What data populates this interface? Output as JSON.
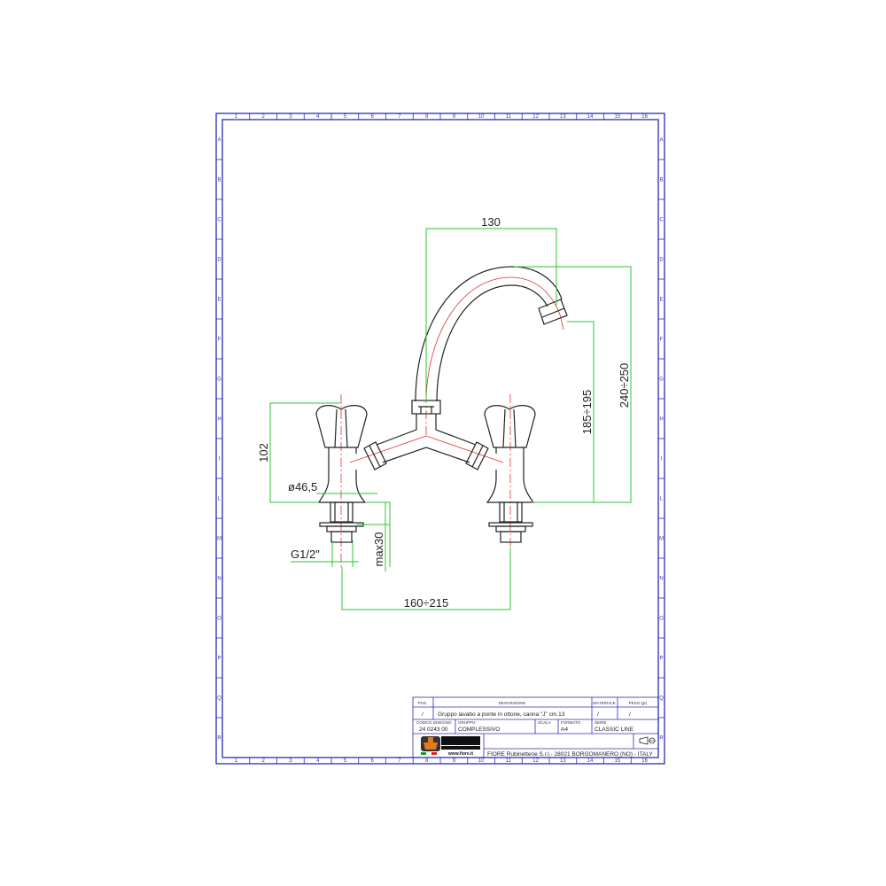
{
  "frame": {
    "columns": [
      "1",
      "2",
      "3",
      "4",
      "5",
      "6",
      "7",
      "8",
      "9",
      "10",
      "11",
      "12",
      "13",
      "14",
      "15",
      "16"
    ],
    "rows": [
      "A",
      "B",
      "C",
      "D",
      "E",
      "F",
      "G",
      "H",
      "I",
      "L",
      "M",
      "N",
      "O",
      "P",
      "Q",
      "R"
    ]
  },
  "dimensions": {
    "spout_reach": "130",
    "spout_height": "185÷195",
    "total_height": "240÷250",
    "handle_height": "102",
    "base_diameter": "ø46,5",
    "thread": "G1/2\"",
    "max_deck": "max30",
    "centers": "160÷215"
  },
  "title_block": {
    "pos_label": "POS.",
    "desc_label": "DESCRIZIONE",
    "material_label": "MATERIALE",
    "weight_label": "PESO (gr)",
    "pos_value": "/",
    "description": "Gruppo lavabo a ponte in ottone, canna \"J\" cm.13",
    "material_value": "/",
    "weight_value": "/",
    "code_label": "CODICE DISEGNO",
    "code_value": "24 0243 00",
    "group_label": "GRUPPO",
    "group_value": "COMPLESSIVO",
    "scale_label": "SCALA",
    "format_label": "FORMATO",
    "format_value": "A4",
    "series_label": "SERIE",
    "series_value": "CLASSIC LINE",
    "company": "FIORE Rubinetterie S.r.l.- 28021 BORGOMANERO (NO) - ITALY",
    "logo_text": "FIORE rubinetterie",
    "logo_url": "www.fiore.it"
  },
  "colors": {
    "frame": "#2b2bb8",
    "dimension": "#2ec52e",
    "centerline": "#dd3333"
  }
}
